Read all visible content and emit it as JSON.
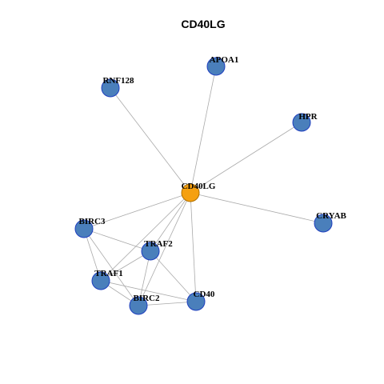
{
  "title": "CD40LG",
  "colors": {
    "hub": "#f5a00f",
    "node": "#4a7fbb",
    "node_stroke": "#1f3fbf",
    "edge": "#aaaaaa"
  },
  "nodes": [
    {
      "id": "CD40LG",
      "label": "CD40LG",
      "hub": true
    },
    {
      "id": "APOA1",
      "label": "APOA1"
    },
    {
      "id": "RNF128",
      "label": "RNF128"
    },
    {
      "id": "HPR",
      "label": "HPR"
    },
    {
      "id": "CRYAB",
      "label": "CRYAB"
    },
    {
      "id": "BIRC3",
      "label": "BIRC3"
    },
    {
      "id": "TRAF2",
      "label": "TRAF2"
    },
    {
      "id": "TRAF1",
      "label": "TRAF1"
    },
    {
      "id": "BIRC2",
      "label": "BIRC2"
    },
    {
      "id": "CD40",
      "label": "CD40"
    }
  ],
  "edges": [
    [
      "CD40LG",
      "APOA1"
    ],
    [
      "CD40LG",
      "RNF128"
    ],
    [
      "CD40LG",
      "HPR"
    ],
    [
      "CD40LG",
      "CRYAB"
    ],
    [
      "CD40LG",
      "BIRC3"
    ],
    [
      "CD40LG",
      "TRAF2"
    ],
    [
      "CD40LG",
      "TRAF1"
    ],
    [
      "CD40LG",
      "BIRC2"
    ],
    [
      "CD40LG",
      "CD40"
    ],
    [
      "BIRC3",
      "TRAF2"
    ],
    [
      "BIRC3",
      "TRAF1"
    ],
    [
      "BIRC3",
      "BIRC2"
    ],
    [
      "TRAF2",
      "TRAF1"
    ],
    [
      "TRAF2",
      "BIRC2"
    ],
    [
      "TRAF2",
      "CD40"
    ],
    [
      "TRAF1",
      "BIRC2"
    ],
    [
      "TRAF1",
      "CD40"
    ],
    [
      "BIRC2",
      "CD40"
    ]
  ]
}
